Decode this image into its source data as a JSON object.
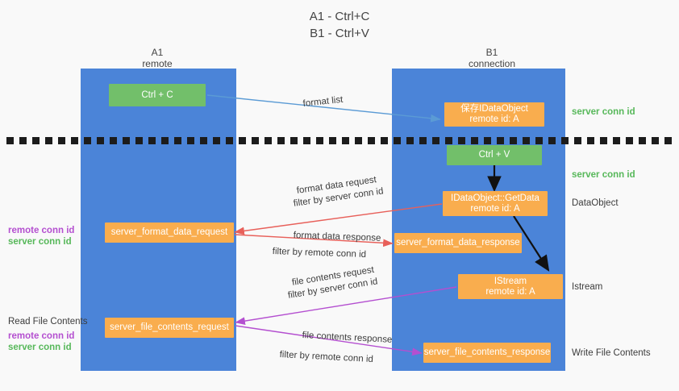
{
  "title": {
    "line1": "A1 - Ctrl+C",
    "line2": "B1 - Ctrl+V"
  },
  "lanes": [
    {
      "id": "a",
      "name": "A1",
      "role": "remote"
    },
    {
      "id": "b",
      "name": "B1",
      "role": "connection"
    }
  ],
  "nodes": {
    "ctrl_c": {
      "label": "Ctrl + C",
      "color": "#72bf6a"
    },
    "ctrl_v": {
      "label": "Ctrl + V",
      "color": "#72bf6a"
    },
    "data_object_recv": {
      "label": "保存IDataObject",
      "sub": "remote id: A",
      "color": "#f9ad4e"
    },
    "get_data": {
      "label": "IDataObject::GetData",
      "sub": "remote id: A",
      "color": "#f9ad4e"
    },
    "istream": {
      "label": "IStream",
      "sub": "remote id: A",
      "color": "#f9ad4e"
    },
    "format_data_request": {
      "label": "server_format_data_request",
      "color": "#f9ad4e"
    },
    "format_data_response": {
      "label": "server_format_data_response",
      "color": "#f9ad4e"
    },
    "file_contents_request": {
      "label": "server_file_contents_request",
      "color": "#f9ad4e"
    },
    "file_contents_response": {
      "label": "server_file_contents_response",
      "color": "#f9ad4e"
    }
  },
  "edge_labels": {
    "format_list": "format list",
    "format_data_request": "format data request",
    "format_data_request_filter_prefix": "filter by ",
    "format_data_request_filter_value": "server conn id",
    "format_data_response": "format data response",
    "format_data_response_filter_prefix": "filter by ",
    "format_data_response_filter_value": "remote conn id",
    "file_contents_request": "file contents request",
    "file_contents_request_filter_prefix": "filter by ",
    "file_contents_request_filter_value": "server conn id",
    "file_contents_response": "file contents response",
    "file_contents_response_filter_prefix": "filter by ",
    "file_contents_response_filter_value": "remote conn id"
  },
  "right_annotations": [
    {
      "text": "server conn id",
      "kind": "green"
    },
    {
      "text": "server conn id",
      "kind": "green"
    },
    {
      "text": "DataObject",
      "kind": "plain"
    },
    {
      "text": "Istream",
      "kind": "plain"
    },
    {
      "text": "Write File Contents",
      "kind": "plain"
    }
  ],
  "left_annotations": {
    "group1": {
      "remote": "remote conn id",
      "server": "server conn id"
    },
    "read_file_contents": "Read File Contents",
    "group2": {
      "remote": "remote conn id",
      "server": "server conn id"
    }
  },
  "colors": {
    "lane": "#4b84d8",
    "orange": "#f9ad4e",
    "green_box": "#72bf6a",
    "green_text": "#57b85a",
    "purple_text": "#b44fd0",
    "arrow_blue": "#5b9bd5",
    "arrow_red": "#e8605a",
    "arrow_purple": "#b44fd0",
    "arrow_black": "#111111",
    "background": "#f9f9f9"
  }
}
